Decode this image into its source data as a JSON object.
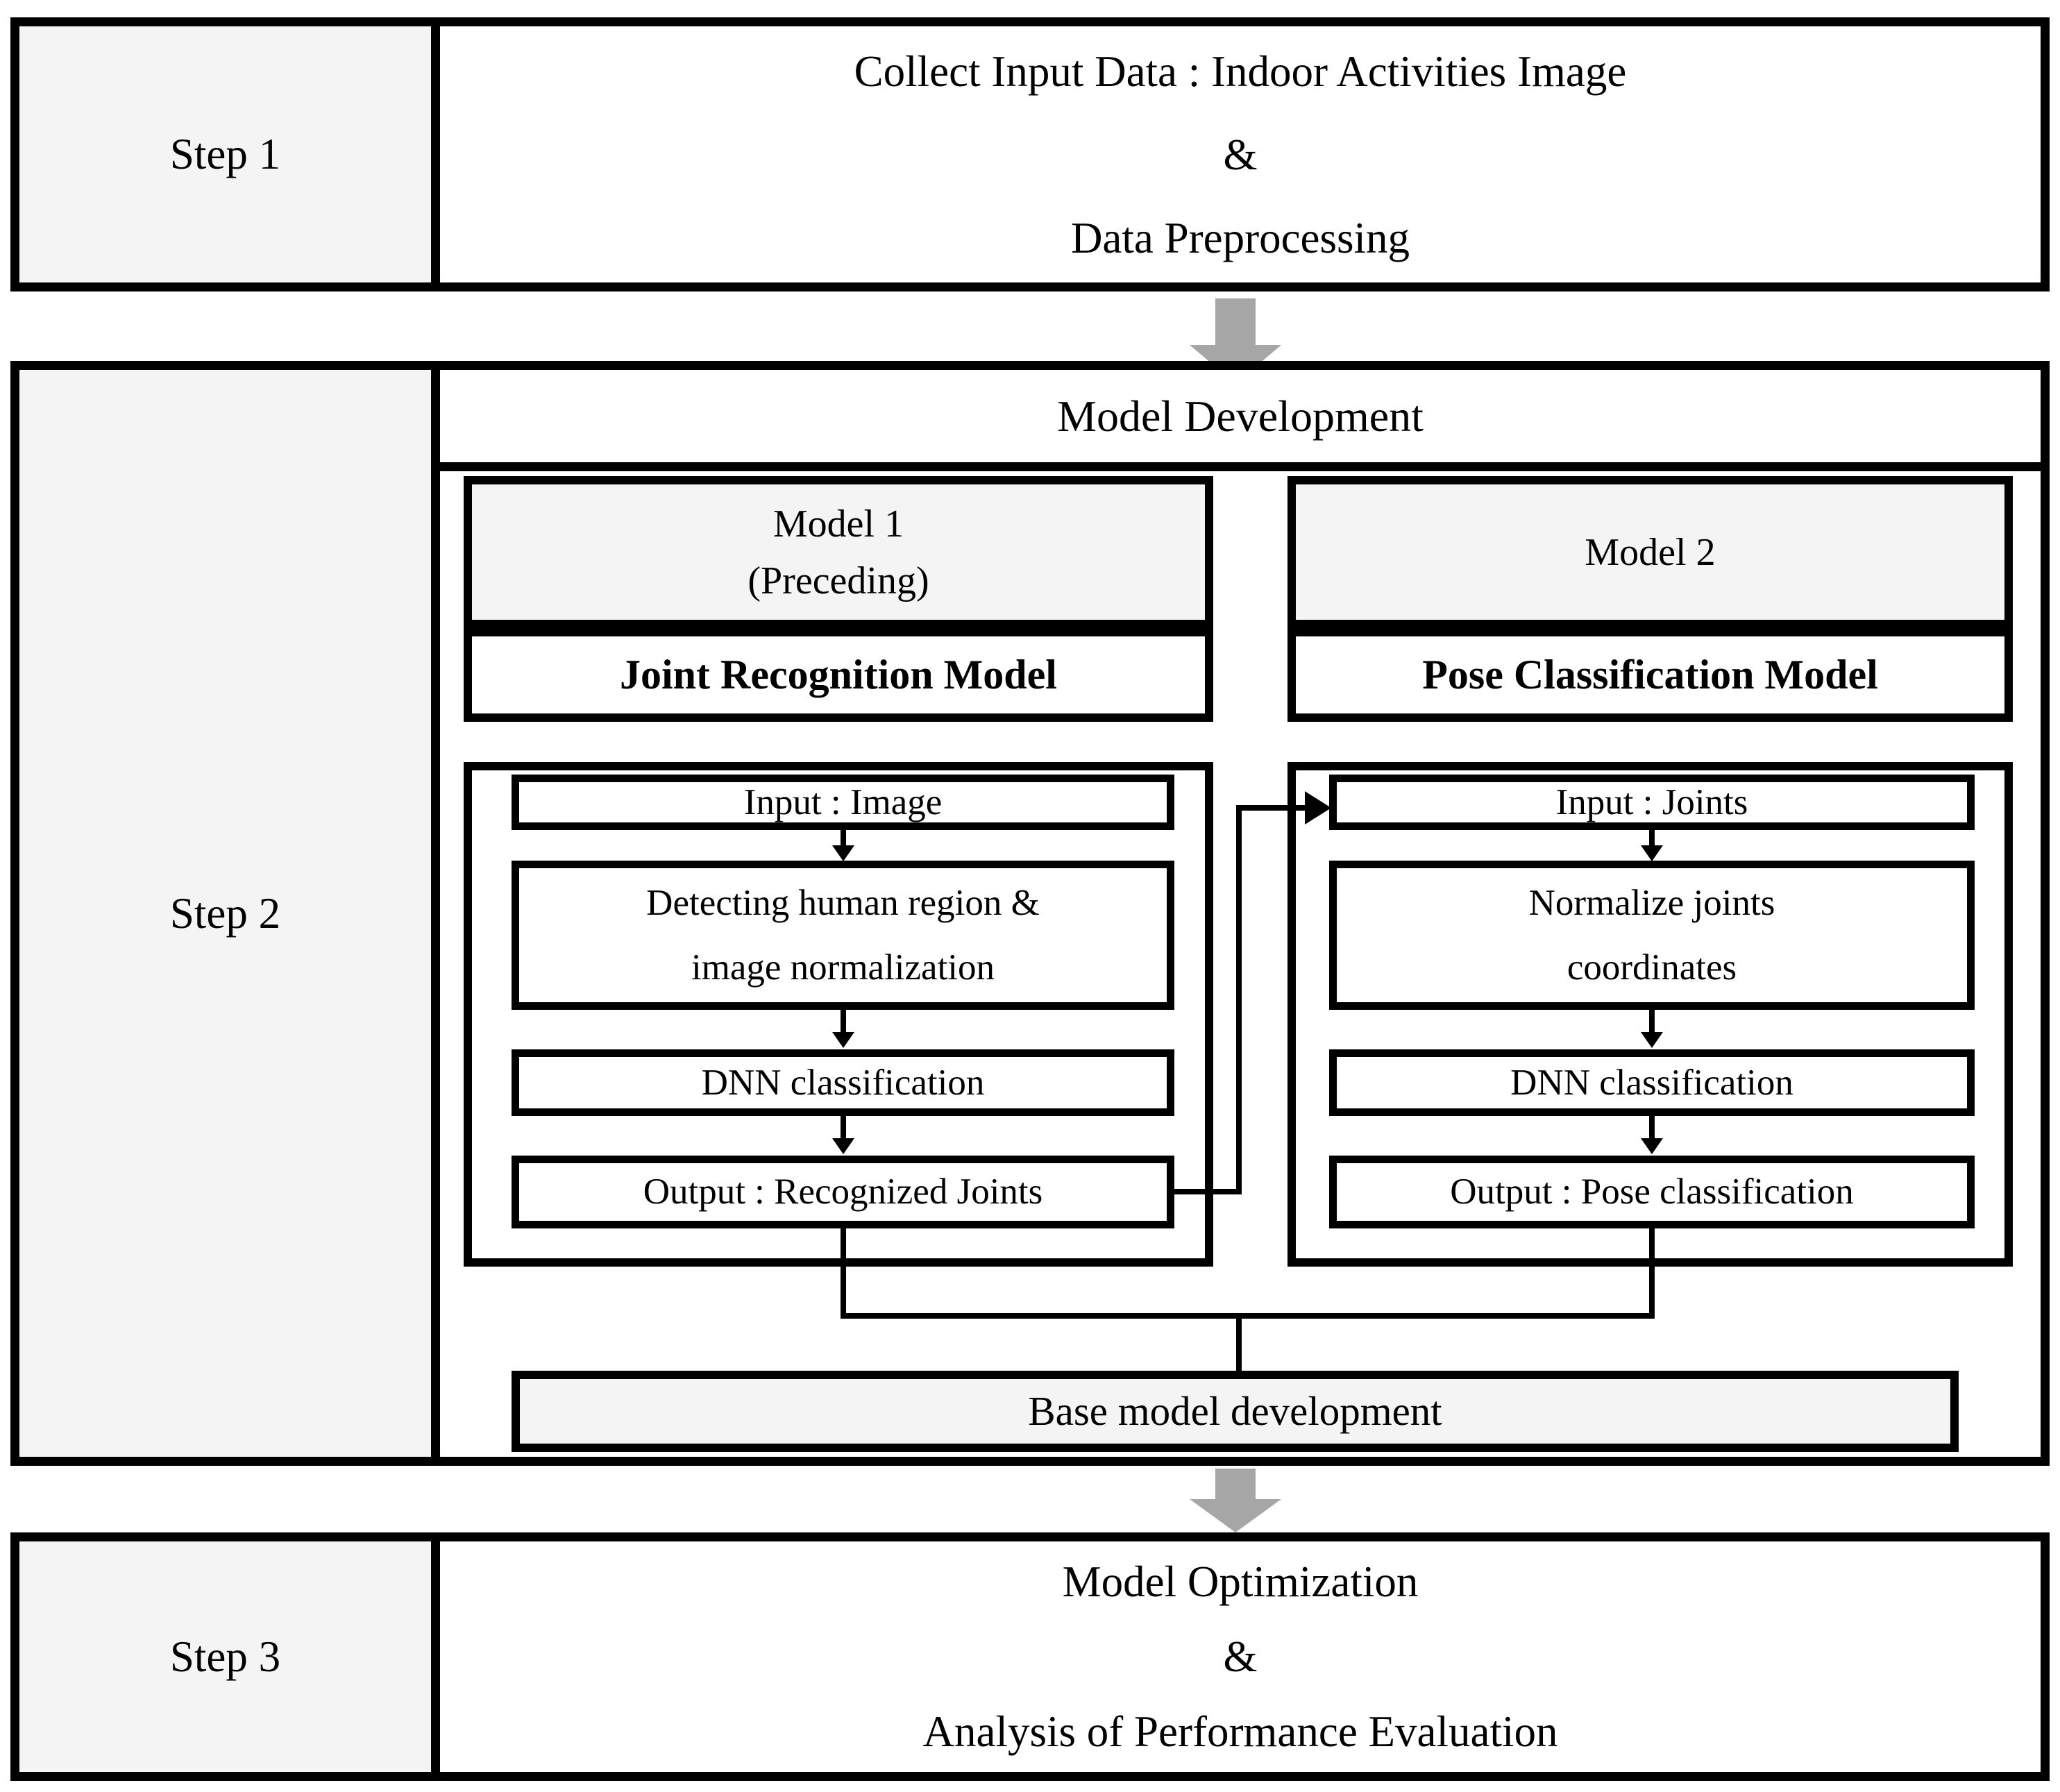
{
  "colors": {
    "border": "#000000",
    "cell_fill": "#f4f4f4",
    "arrow_gray": "#a6a6a6",
    "background": "#ffffff",
    "text": "#000000"
  },
  "step1": {
    "label": "Step 1",
    "line1": "Collect Input Data : Indoor Activities Image",
    "line2": "&",
    "line3": "Data Preprocessing"
  },
  "step2": {
    "label": "Step 2",
    "header": "Model Development",
    "model1": {
      "header_line1": "Model 1",
      "header_line2": "(Preceding)",
      "title": "Joint Recognition Model",
      "flow": {
        "input": "Input : Image",
        "process_line1": "Detecting human region &",
        "process_line2": "image normalization",
        "dnn": "DNN classification",
        "output": "Output : Recognized Joints"
      }
    },
    "model2": {
      "header_line1": "Model 2",
      "title": "Pose Classification Model",
      "flow": {
        "input": "Input : Joints",
        "process_line1": "Normalize joints",
        "process_line2": "coordinates",
        "dnn": "DNN classification",
        "output": "Output : Pose classification"
      }
    },
    "base_box": "Base model development"
  },
  "step3": {
    "label": "Step 3",
    "line1": "Model Optimization",
    "line2": "&",
    "line3": "Analysis of Performance Evaluation"
  }
}
